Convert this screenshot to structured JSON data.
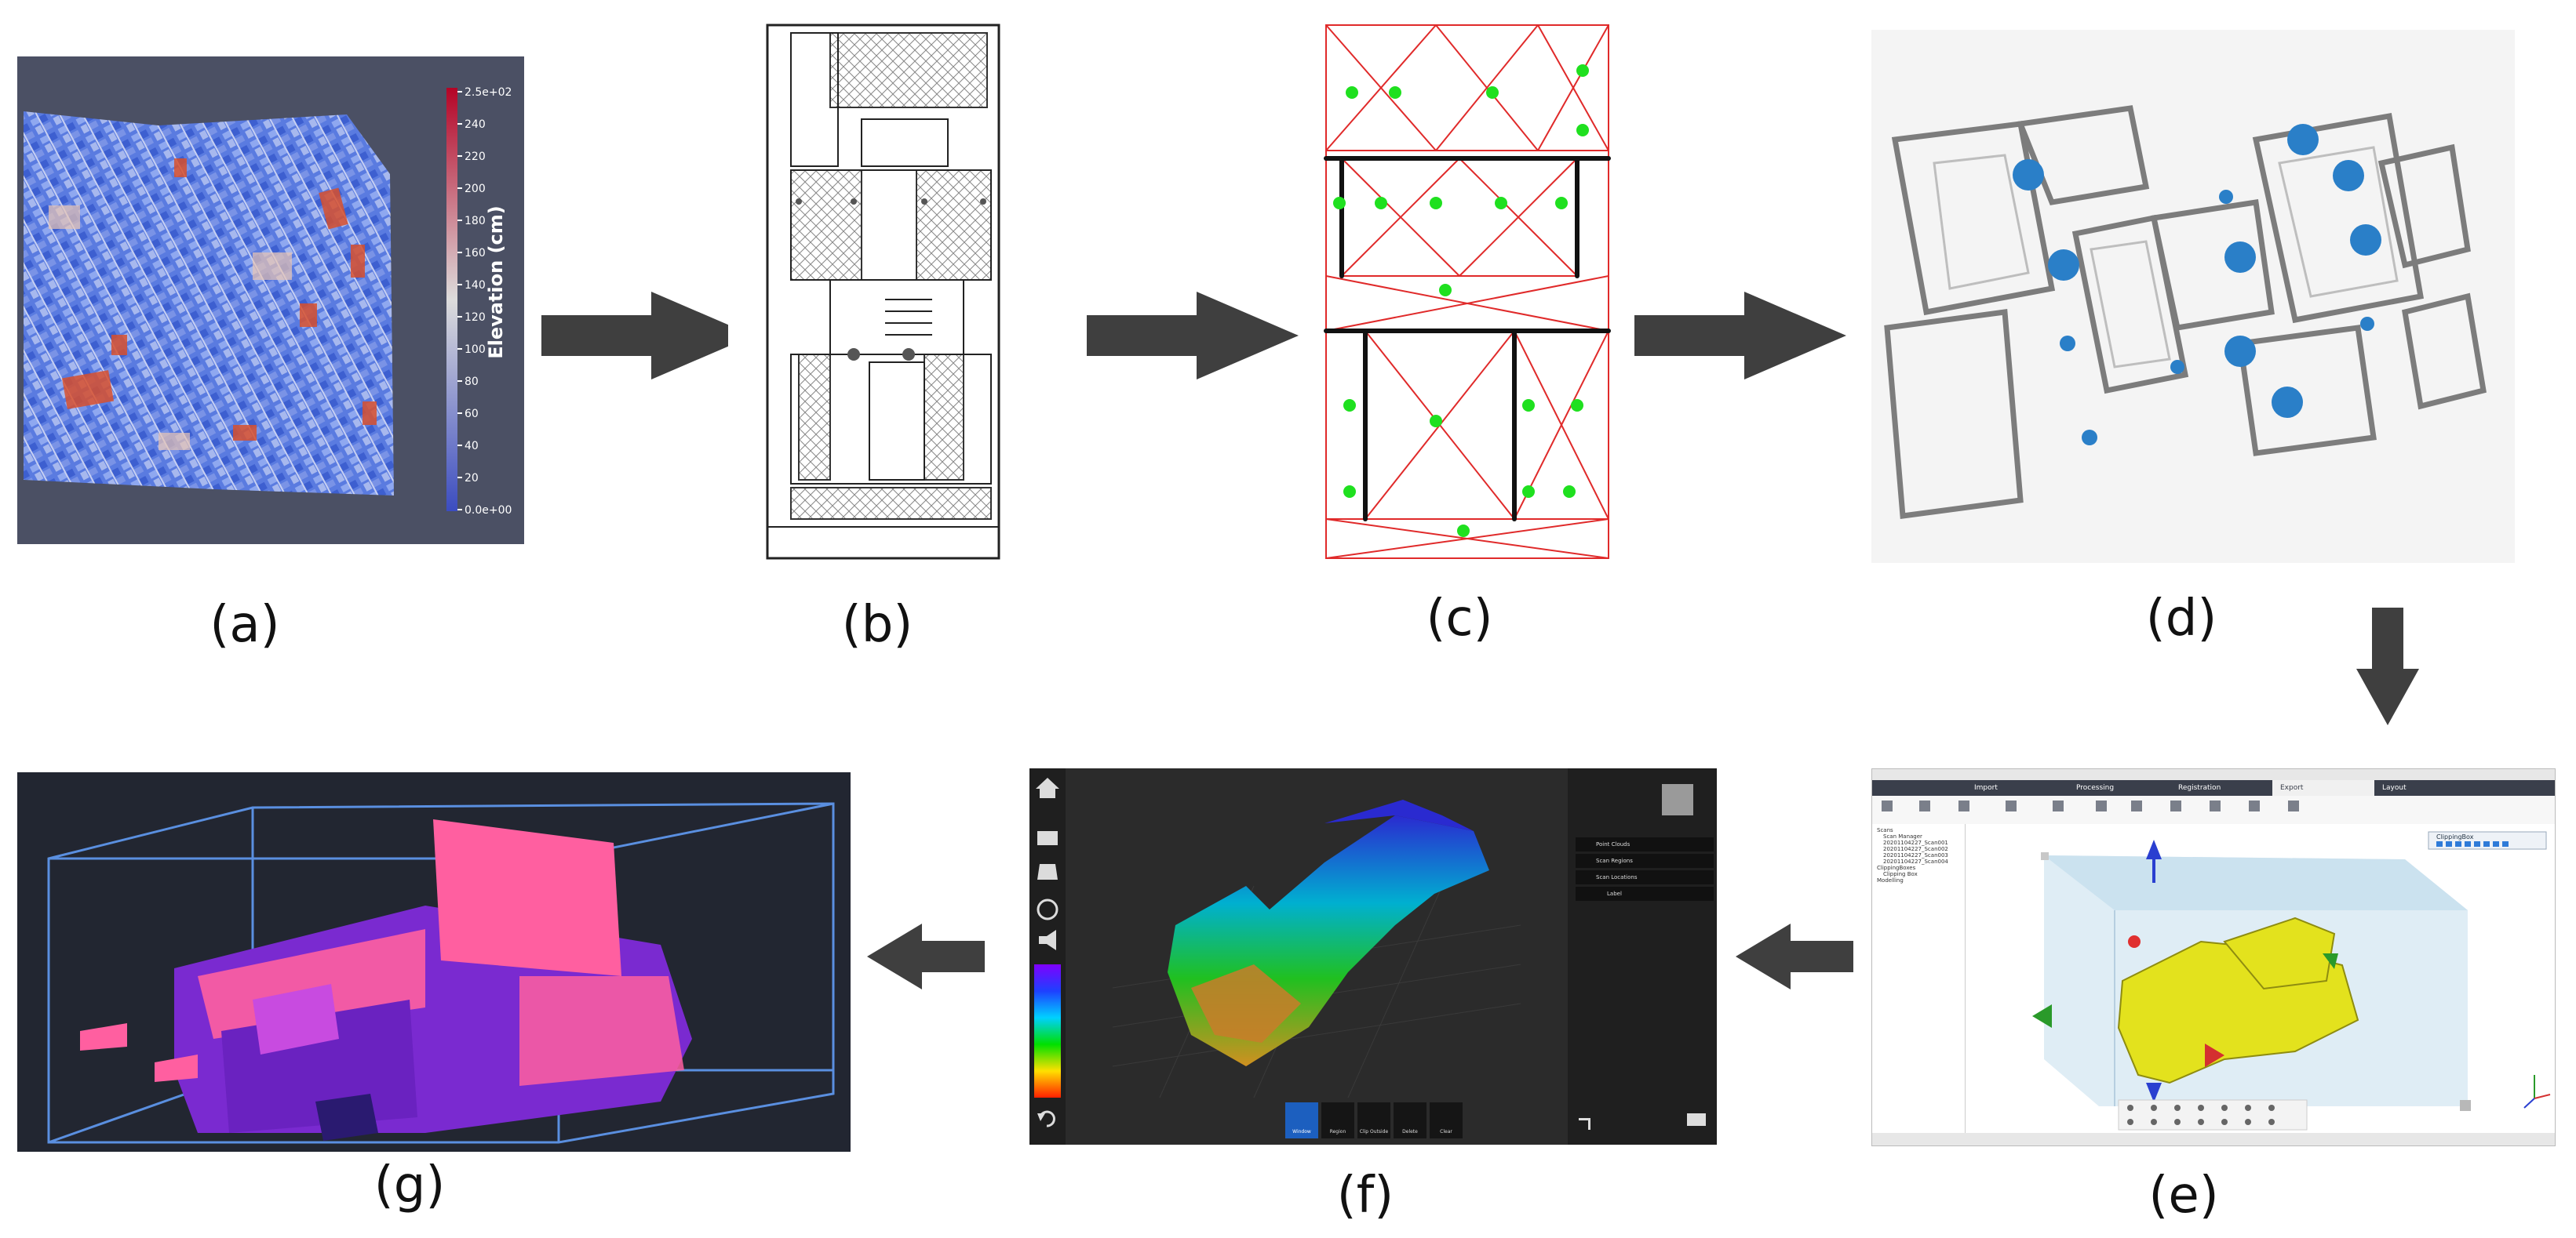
{
  "panel_a": {
    "colorbar_title": "Elevation (cm)",
    "colorbar_ticks": [
      "2.5e+02",
      "240",
      "220",
      "200",
      "180",
      "160",
      "140",
      "120",
      "100",
      "80",
      "60",
      "40",
      "20",
      "0.0e+00"
    ]
  },
  "panel_e": {
    "tabs": [
      "Import",
      "Processing",
      "Registration",
      "Export",
      "Layout"
    ],
    "tree_items": [
      "Scans",
      "Scan Manager",
      "20201104227_Scan001",
      "20201104227_Scan002",
      "20201104227_Scan003",
      "20201104227_Scan004",
      "ClippingBoxes",
      "Clipping Box",
      "Modelling"
    ],
    "toolbar_title": "ClippingBox"
  },
  "panel_f": {
    "menu_items": [
      "Point Clouds",
      "Scan Regions",
      "Scan Locations",
      "Label"
    ],
    "bottom_tools": [
      "Window",
      "Region",
      "Clip Outside",
      "Delete",
      "Clear"
    ]
  },
  "captions": {
    "a": "(a)",
    "b": "(b)",
    "c": "(c)",
    "d": "(d)",
    "e": "(e)",
    "f": "(f)",
    "g": "(g)"
  },
  "colors": {
    "arrow": "#3f3f3f",
    "elev_low": "#3b5bdb",
    "elev_high": "#d9502c",
    "dark_bg": "#222631",
    "plan_red": "#e02a2a",
    "plan_green": "#1fe01f",
    "marker_blue": "#2a7fc8",
    "yellow_cloud": "#e3e21d"
  }
}
